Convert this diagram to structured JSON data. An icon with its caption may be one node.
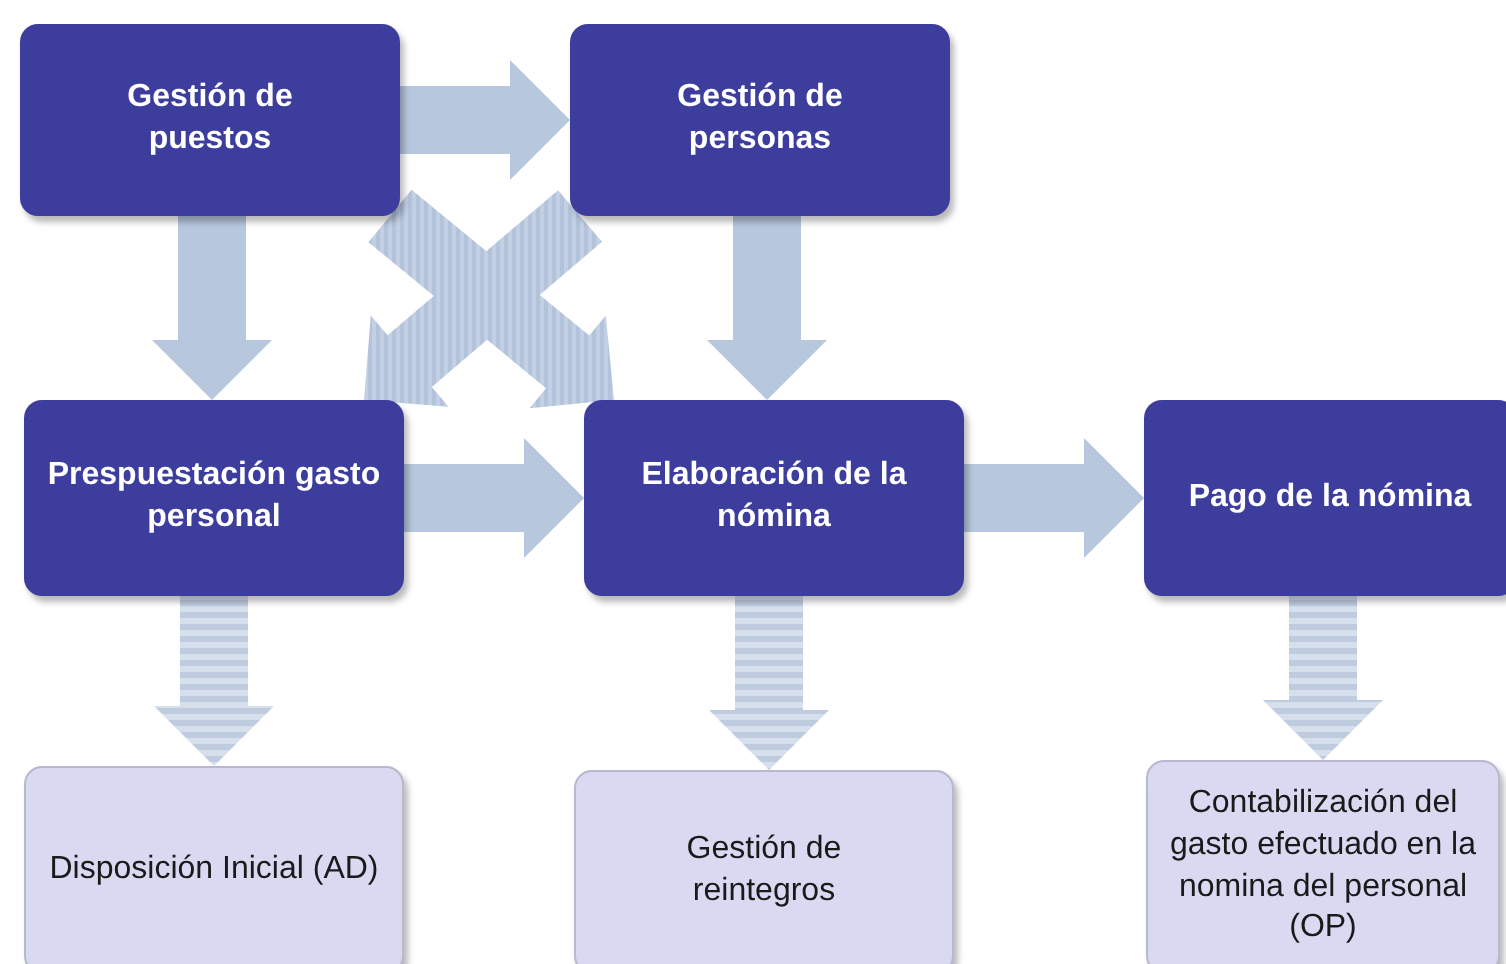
{
  "diagram": {
    "nodes": [
      {
        "text": [
          "Gestión de puestos"
        ]
      },
      {
        "text": [
          "Gestión de personas"
        ]
      },
      {
        "text": [
          "Prespuestación gasto personal"
        ]
      },
      {
        "text": [
          "Elaboración de la nómina"
        ]
      },
      {
        "text": [
          "Pago de la nómina"
        ]
      },
      {
        "text": [
          "Disposición Inicial (AD)"
        ]
      },
      {
        "text": [
          "Gestión de reintegros"
        ]
      },
      {
        "text": [
          "Contabilización del gasto efectuado en la nomina del personal (OP)"
        ]
      }
    ],
    "edges": [
      {
        "from": 0,
        "to": 1,
        "arrow": "to"
      },
      {
        "from": 0,
        "to": 2,
        "arrow": "to"
      },
      {
        "from": 1,
        "to": 3,
        "arrow": "to"
      },
      {
        "from": 0,
        "to": 3,
        "arrow": "to"
      },
      {
        "from": 1,
        "to": 2,
        "arrow": "to"
      },
      {
        "from": 2,
        "to": 3,
        "arrow": "to"
      },
      {
        "from": 3,
        "to": 4,
        "arrow": "to"
      },
      {
        "from": 2,
        "to": 5,
        "arrow": "to"
      },
      {
        "from": 3,
        "to": 6,
        "arrow": "to"
      },
      {
        "from": 4,
        "to": 7,
        "arrow": "to"
      }
    ]
  }
}
